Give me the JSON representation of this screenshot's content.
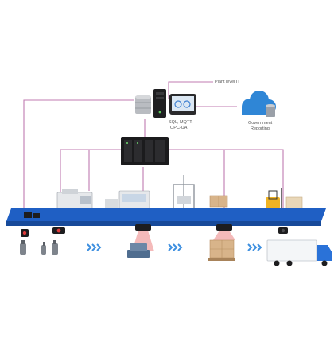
{
  "labels": {
    "plant_level": "Plant level IT",
    "protocols_line1": "SQL, MQTT,",
    "protocols_line2": "OPC-UA",
    "gov_line1": "Government",
    "gov_line2": "Reporting"
  },
  "colors": {
    "connector": "#c07bb0",
    "conveyor": "#1f5fc4",
    "conveyor_edge": "#174a9a",
    "cloud": "#2f86d6",
    "chevron": "#3d8fe0",
    "dark_device": "#1d1d1f",
    "scanner_light": "#e03a3a",
    "truck_cab": "#2a72d8"
  },
  "icons": [
    "database-server-icon",
    "industrial-pc-icon",
    "hmi-tablet-icon",
    "cloud-database-icon",
    "plc-controller-icon",
    "machine-icon",
    "forklift-icon",
    "barcode-scanner-icon",
    "pallet-icon",
    "truck-icon",
    "chevron-right-icon"
  ]
}
